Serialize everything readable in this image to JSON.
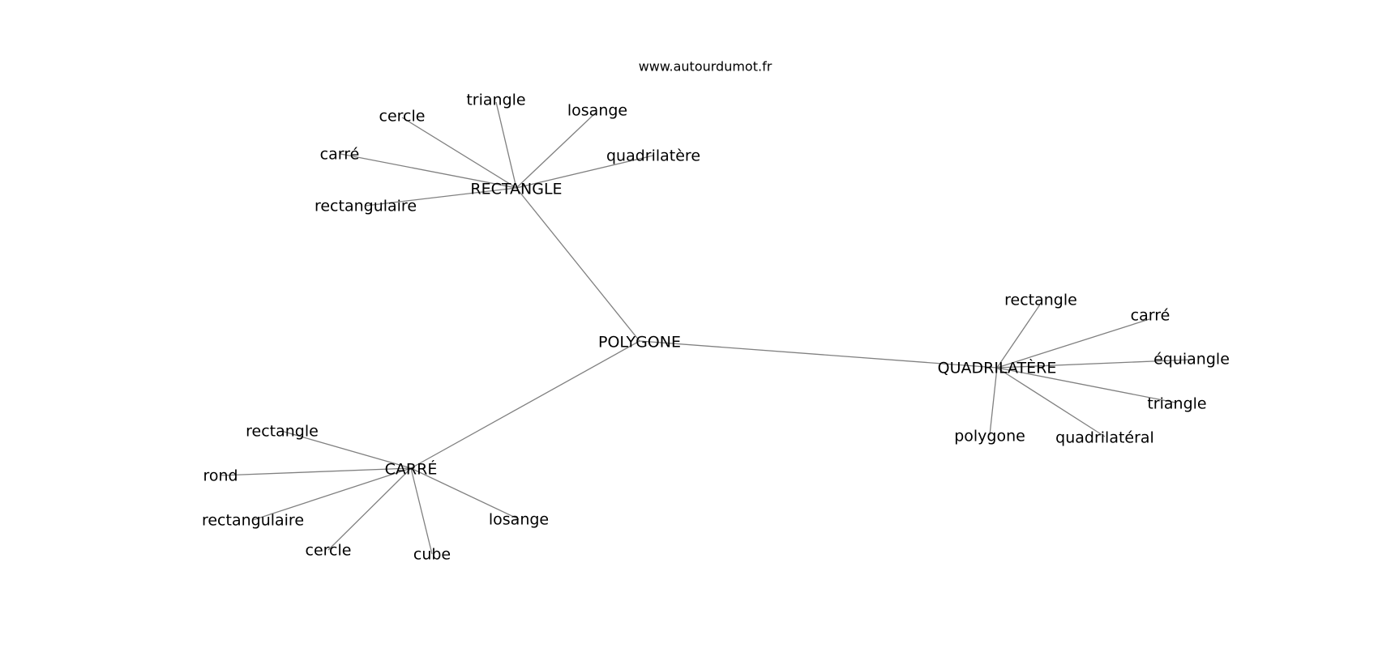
{
  "source": "www.autourdumot.fr",
  "center": "POLYGONE",
  "clusters": [
    {
      "hub": "RECTANGLE",
      "leaves": [
        "triangle",
        "cercle",
        "losange",
        "carré",
        "quadrilatère",
        "rectangulaire"
      ]
    },
    {
      "hub": "QUADRILATÈRE",
      "leaves": [
        "rectangle",
        "carré",
        "équiangle",
        "triangle",
        "polygone",
        "quadrilatéral"
      ]
    },
    {
      "hub": "CARRÉ",
      "leaves": [
        "rectangle",
        "rond",
        "rectangulaire",
        "losange",
        "cercle",
        "cube"
      ]
    }
  ],
  "colors": {
    "edge": "#808080",
    "text": "#000000",
    "background": "#ffffff"
  }
}
